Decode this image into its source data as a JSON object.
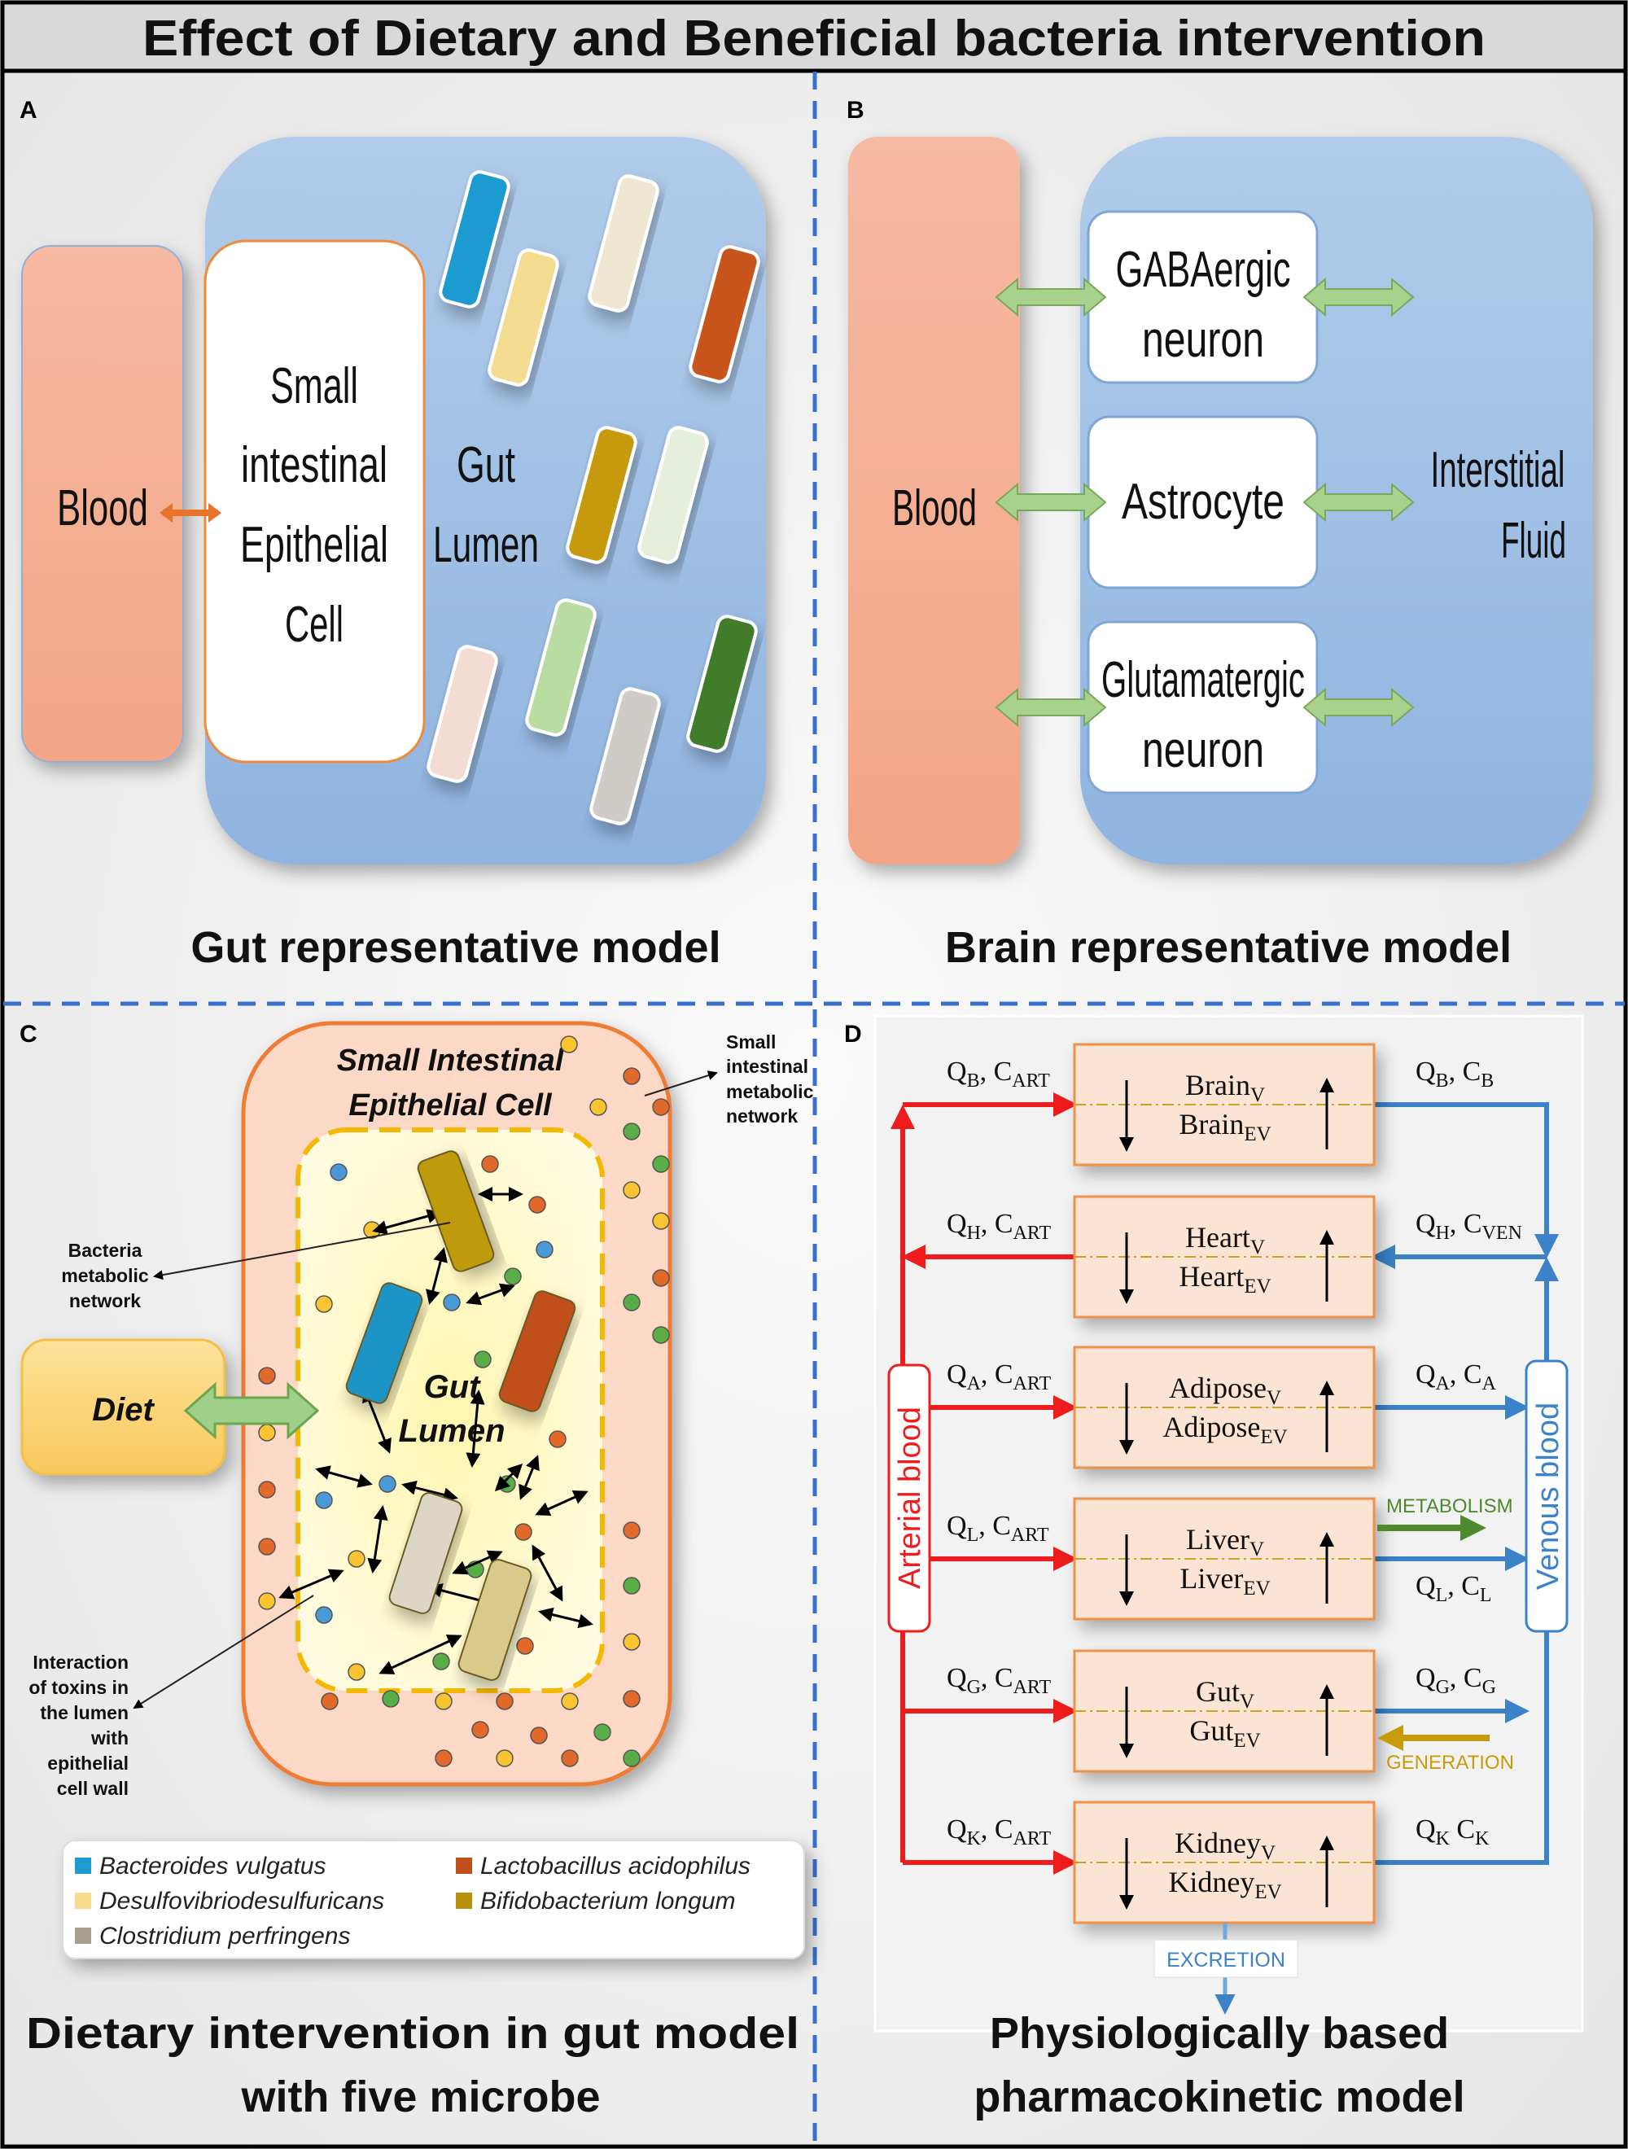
{
  "title": "Effect of Dietary and Beneficial bacteria intervention",
  "panel_a": {
    "letter": "A",
    "blood": "Blood",
    "cell_lines": [
      "Small",
      "intestinal",
      "Epithelial",
      "Cell"
    ],
    "lumen_lines": [
      "Gut",
      "Lumen"
    ],
    "caption": "Gut representative model"
  },
  "panel_b": {
    "letter": "B",
    "blood": "Blood",
    "neurons": [
      {
        "line1": "GABAergic",
        "line2": "neuron"
      },
      {
        "line1": "Astrocyte",
        "line2": ""
      },
      {
        "line1": "Glutamatergic",
        "line2": "neuron"
      }
    ],
    "fluid_lines": [
      "Interstitial",
      "Fluid"
    ],
    "caption": "Brain representative model"
  },
  "panel_c": {
    "letter": "C",
    "cell_lines": [
      "Small Intestinal",
      "Epithelial Cell"
    ],
    "lumen_lines": [
      "Gut",
      "Lumen"
    ],
    "diet": "Diet",
    "note_small_network": [
      "Small",
      "intestinal",
      "metabolic",
      "network"
    ],
    "note_bacteria_network": [
      "Bacteria",
      "metabolic",
      "network"
    ],
    "note_toxins": [
      "Interaction",
      "of toxins in",
      "the lumen",
      "with",
      "epithelial",
      "cell wall"
    ],
    "legend": [
      {
        "label": "Bacteroides vulgatus",
        "color": "#1f9bd1"
      },
      {
        "label": "Lactobacillus acidophilus",
        "color": "#c0501a"
      },
      {
        "label": "Desulfovibriodesulfuricans",
        "color": "#f6dc8c"
      },
      {
        "label": "Bifidobacterium longum",
        "color": "#b8900a"
      },
      {
        "label": "Clostridium perfringens",
        "color": "#a69e8e"
      }
    ],
    "caption_lines": [
      "Dietary intervention in gut model",
      "with five microbe"
    ]
  },
  "panel_d": {
    "letter": "D",
    "arterial": "Arterial blood",
    "venous": "Venous blood",
    "metabolism": "METABOLISM",
    "generation": "GENERATION",
    "excretion": "EXCRETION",
    "organs": [
      {
        "name": "Brain",
        "in": {
          "q": "Q",
          "qs": "B",
          "c": ", C",
          "cs": "ART"
        },
        "out": {
          "q": "Q",
          "qs": "B",
          "c": ", C",
          "cs": "B"
        }
      },
      {
        "name": "Heart",
        "in": {
          "q": "Q",
          "qs": "H",
          "c": ", C",
          "cs": "ART"
        },
        "out": {
          "q": "Q",
          "qs": "H",
          "c": ", C",
          "cs": "VEN"
        }
      },
      {
        "name": "Adipose",
        "in": {
          "q": "Q",
          "qs": "A",
          "c": ", C",
          "cs": "ART"
        },
        "out": {
          "q": "Q",
          "qs": "A",
          "c": ", C",
          "cs": "A"
        }
      },
      {
        "name": "Liver",
        "in": {
          "q": "Q",
          "qs": "L",
          "c": ", C",
          "cs": "ART"
        },
        "out": {
          "q": "Q",
          "qs": "L",
          "c": ", C",
          "cs": "L"
        }
      },
      {
        "name": "Gut",
        "in": {
          "q": "Q",
          "qs": "G",
          "c": ", C",
          "cs": "ART"
        },
        "out": {
          "q": "Q",
          "qs": "G",
          "c": ", C",
          "cs": "G"
        }
      },
      {
        "name": "Kidney",
        "in": {
          "q": "Q",
          "qs": "K",
          "c": ", C",
          "cs": "ART"
        },
        "out": {
          "q": "Q",
          "qs": "K",
          "c": " C",
          "cs": "K"
        }
      }
    ],
    "sub_v": "V",
    "sub_ev": "EV",
    "caption_lines": [
      "Physiologically based",
      "pharmacokinetic model"
    ]
  }
}
